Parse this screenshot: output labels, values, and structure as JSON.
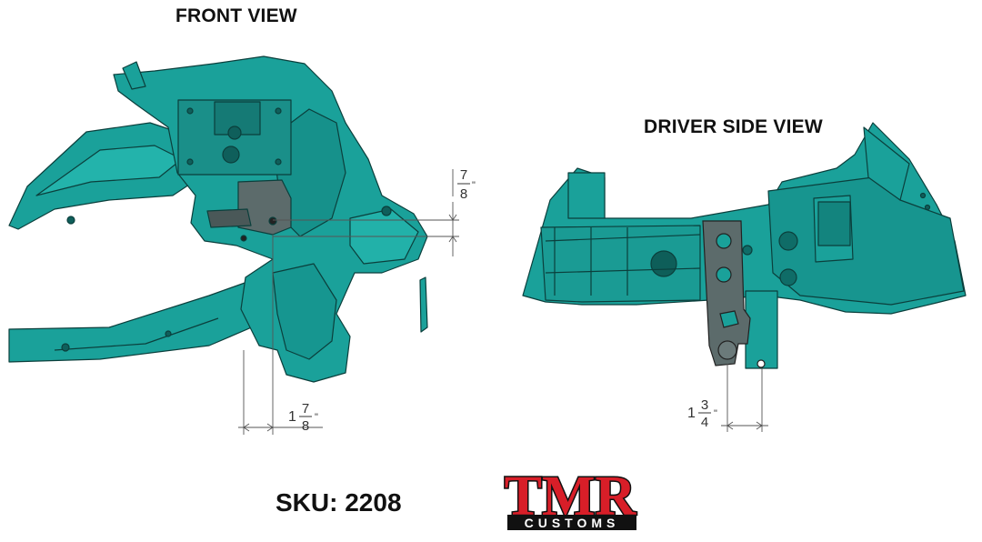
{
  "front_view": {
    "title": "FRONT VIEW",
    "dim_vertical": {
      "numerator": "7",
      "denominator": "8",
      "unit": "\""
    },
    "dim_horizontal": {
      "whole": "1",
      "numerator": "7",
      "denominator": "8",
      "unit": "\""
    }
  },
  "side_view": {
    "title": "DRIVER SIDE VIEW",
    "dim_horizontal": {
      "whole": "1",
      "numerator": "3",
      "denominator": "4",
      "unit": "\""
    }
  },
  "sku_text": "SKU: 2208",
  "logo": {
    "main": "TMR",
    "sub": "CUSTOMS"
  },
  "colors": {
    "frame": "#1aa19a",
    "frame_dark": "#0f6f6a",
    "bracket": "#5a6a6a",
    "logo_red": "#d81e28",
    "logo_black": "#111111"
  }
}
